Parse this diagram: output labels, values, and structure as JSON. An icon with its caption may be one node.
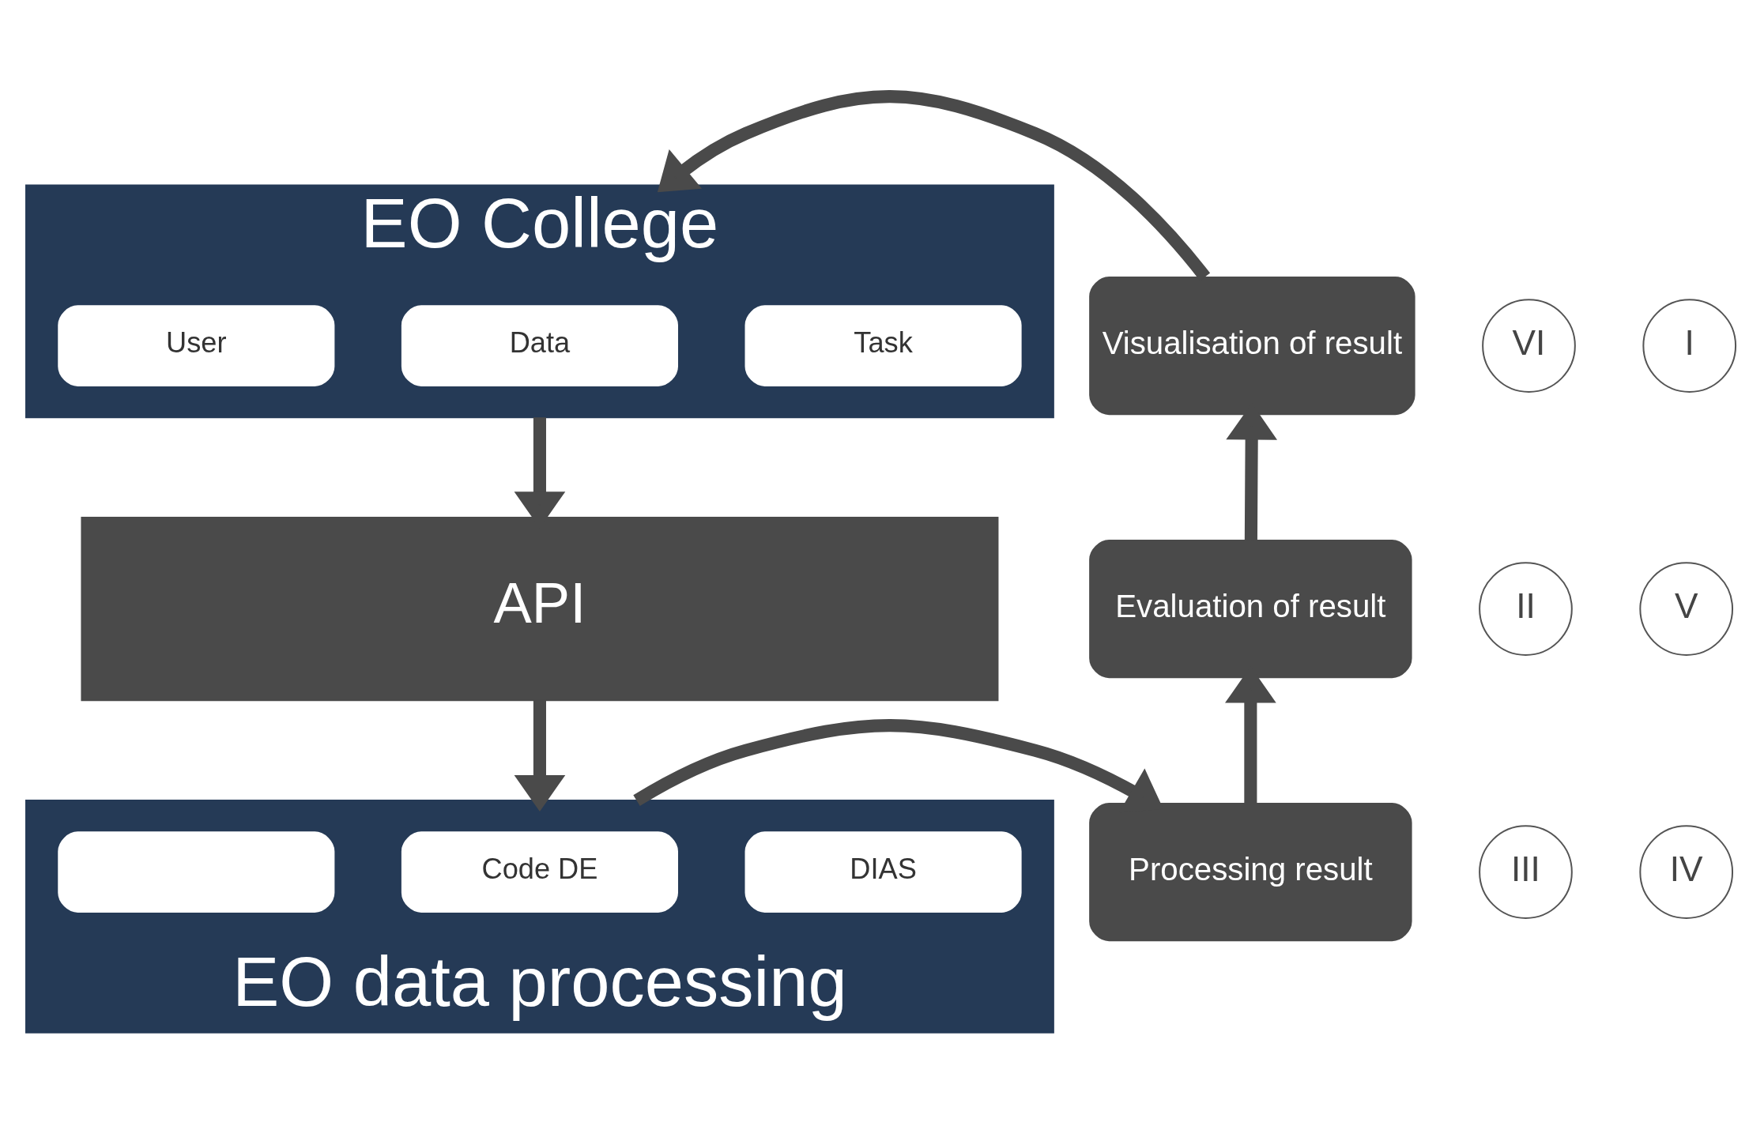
{
  "diagram": {
    "nodes": [
      {
        "text": [
          "EO College"
        ]
      },
      {
        "text": [
          "Task"
        ],
        "in": 0
      },
      {
        "text": [
          "Data"
        ],
        "in": 0
      },
      {
        "text": [
          "User"
        ],
        "in": 0
      },
      {
        "text": [
          "Visualisation of result"
        ]
      },
      {
        "text": [
          "VI"
        ]
      },
      {
        "text": [
          "I"
        ]
      },
      {
        "text": [
          "API"
        ]
      },
      {
        "text": [
          "II"
        ]
      },
      {
        "text": [
          "Evaluation of result"
        ]
      },
      {
        "text": [
          "V"
        ]
      },
      {
        "text": [
          "EO data processing"
        ]
      },
      {
        "text": [
          "DIAS"
        ],
        "in": 11
      },
      {
        "text": [
          "Code DE"
        ],
        "in": 11
      },
      {
        "text": [],
        "shape": "box",
        "in": 11
      },
      {
        "text": [
          "III"
        ]
      },
      {
        "text": [
          "Processing result"
        ]
      },
      {
        "text": [
          "IV"
        ]
      }
    ],
    "edges": [
      {
        "from": 0,
        "to": 7,
        "arrow": "to"
      },
      {
        "from": 7,
        "to": 11,
        "arrow": "to"
      },
      {
        "from": 11,
        "to": 16,
        "arrow": "to"
      },
      {
        "from": 16,
        "to": 9,
        "arrow": "to"
      },
      {
        "from": 9,
        "to": 4,
        "arrow": "to"
      },
      {
        "from": 4,
        "to": 0,
        "arrow": "to"
      }
    ]
  }
}
